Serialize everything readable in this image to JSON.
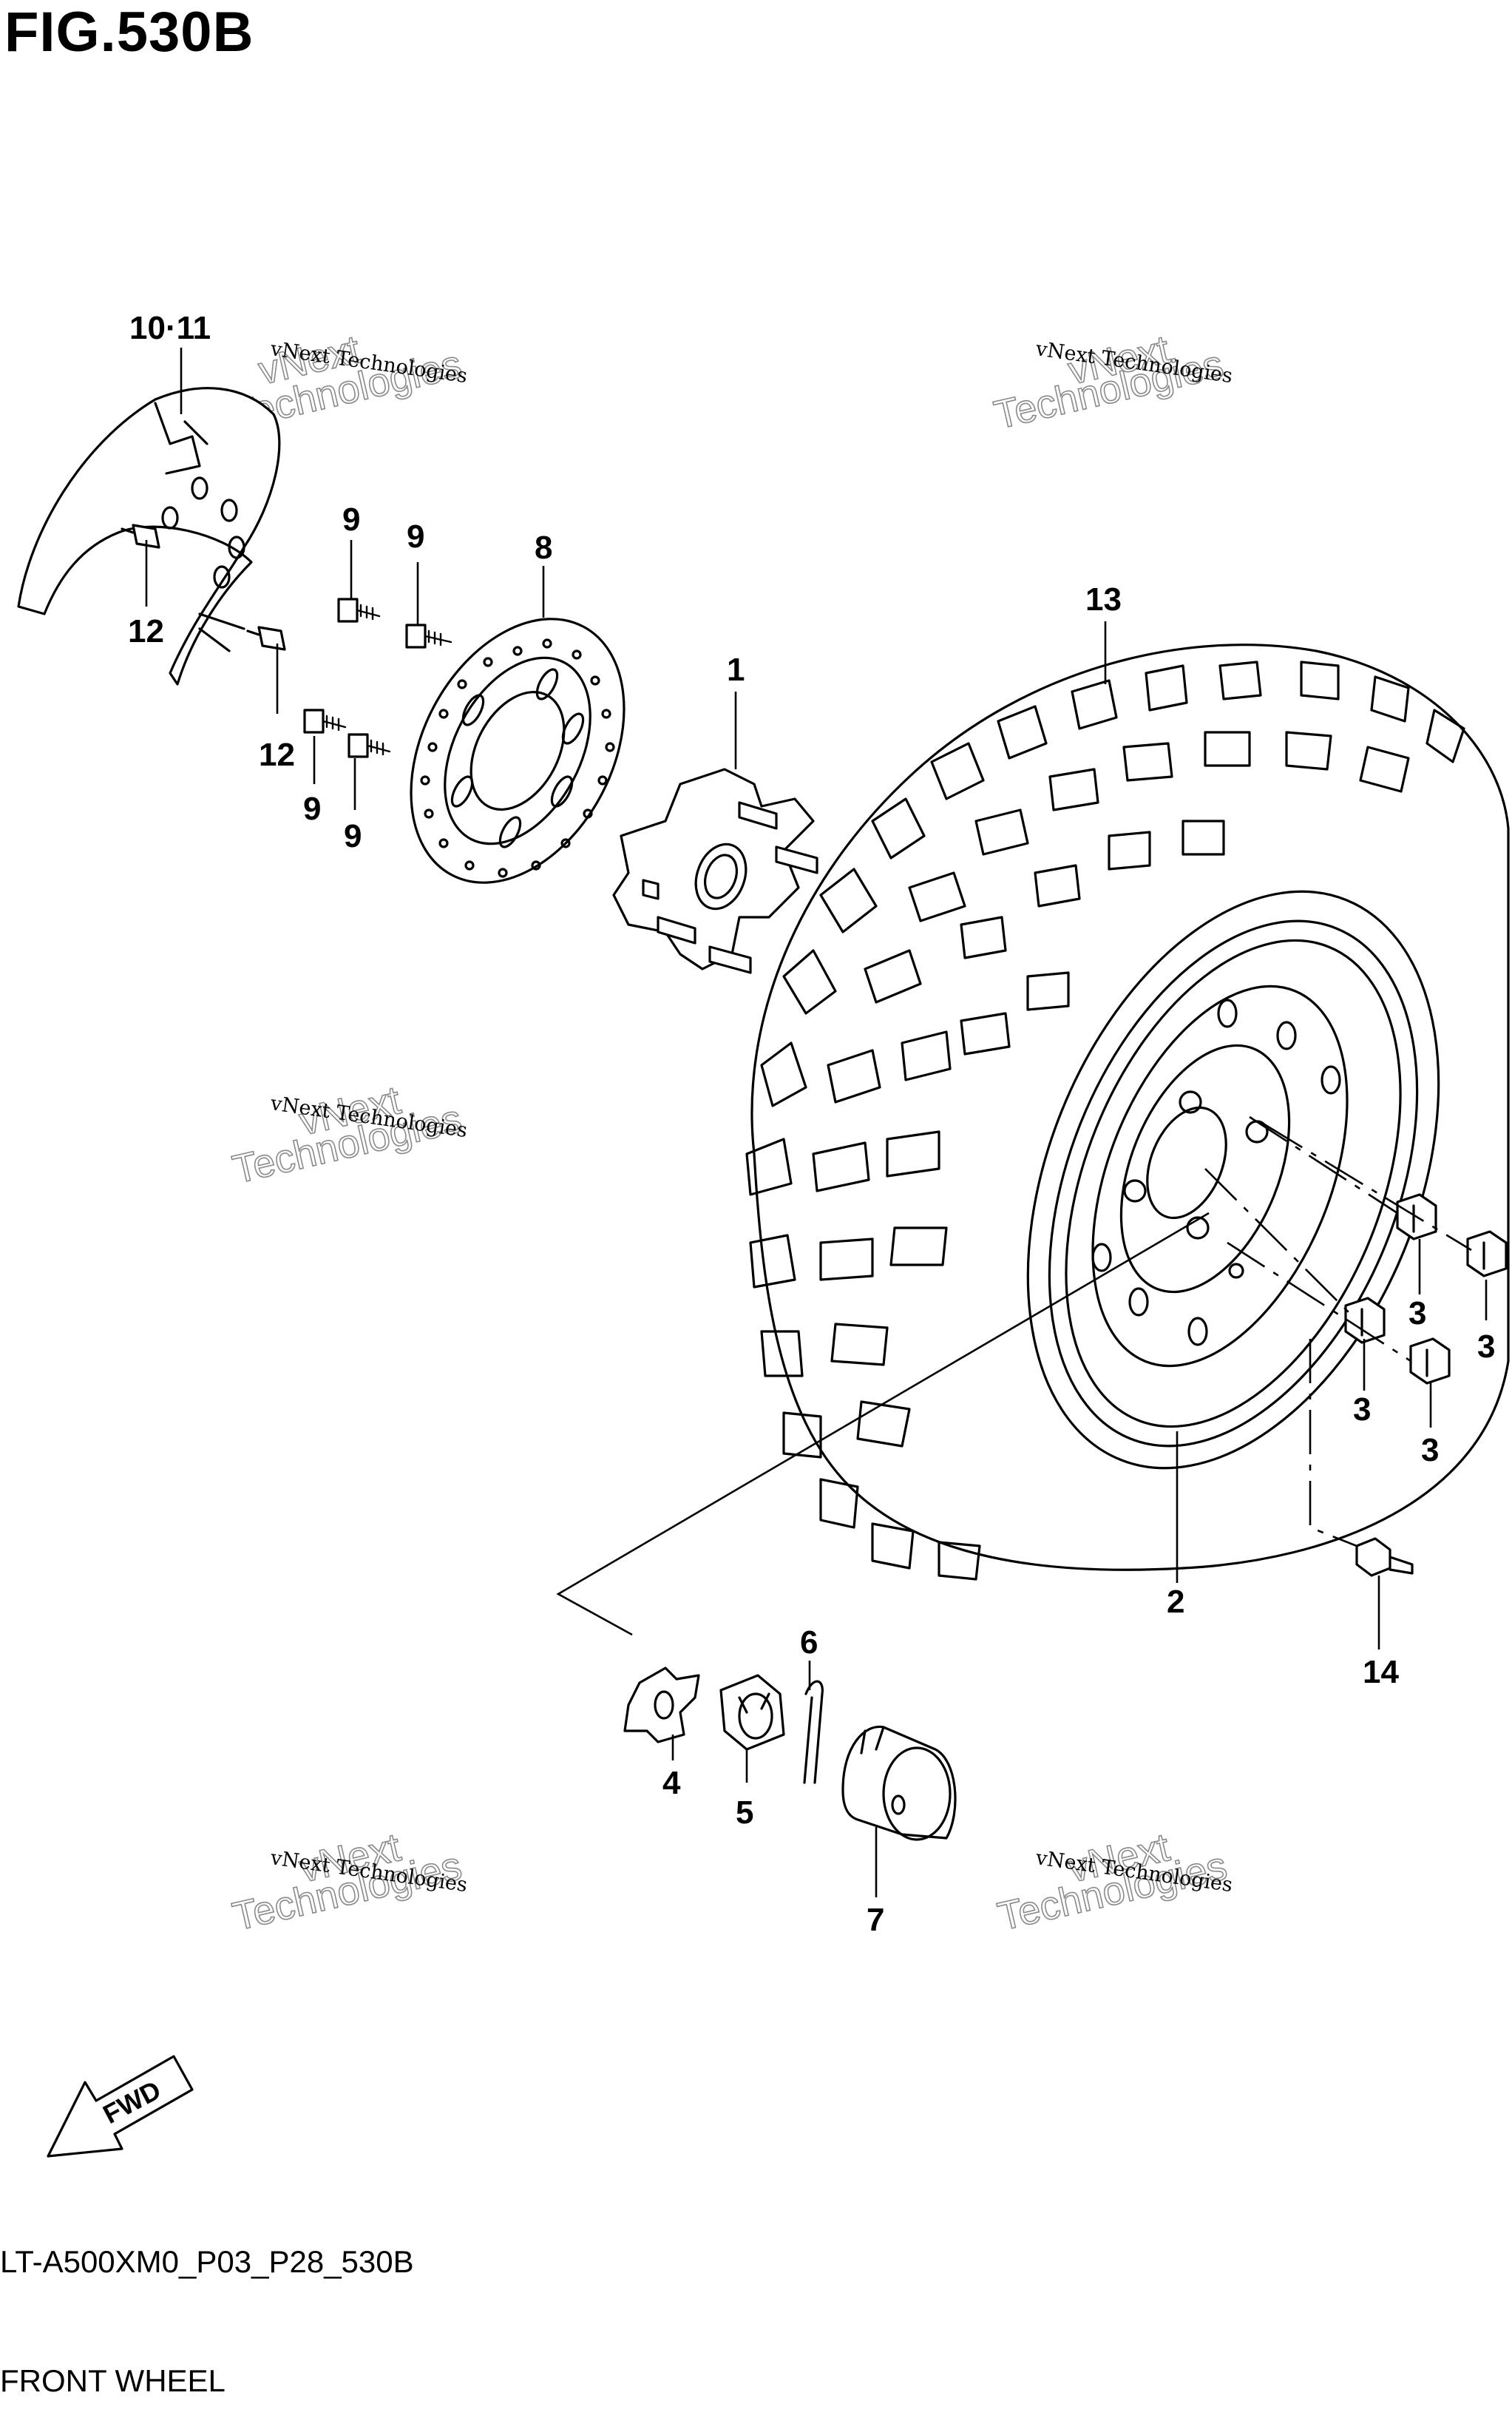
{
  "figure": {
    "title": "FIG.530B",
    "code": "LT-A500XM0_P03_P28_530B",
    "name": "FRONT WHEEL"
  },
  "fwd_label": "FWD",
  "watermark": {
    "line1": "vNext Technologies",
    "line2a": "vNext",
    "line2b": "Technologies"
  },
  "parts": [
    {
      "ref": "1",
      "name": "hub"
    },
    {
      "ref": "2",
      "name": "wheel-rim"
    },
    {
      "ref": "3",
      "name": "wheel-nut"
    },
    {
      "ref": "4",
      "name": "washer"
    },
    {
      "ref": "5",
      "name": "castle-nut"
    },
    {
      "ref": "6",
      "name": "cotter-pin"
    },
    {
      "ref": "7",
      "name": "hub-cap"
    },
    {
      "ref": "8",
      "name": "brake-disc"
    },
    {
      "ref": "9",
      "name": "disc-bolt"
    },
    {
      "ref": "10·11",
      "name": "disc-cover"
    },
    {
      "ref": "12",
      "name": "cover-bolt"
    },
    {
      "ref": "13",
      "name": "tire"
    },
    {
      "ref": "14",
      "name": "air-valve"
    }
  ],
  "callouts": {
    "c1": "1",
    "c2": "2",
    "c3": "3",
    "c4": "4",
    "c5": "5",
    "c6": "6",
    "c7": "7",
    "c8": "8",
    "c9": "9",
    "c1011": "10·11",
    "c12": "12",
    "c13": "13",
    "c14": "14"
  }
}
